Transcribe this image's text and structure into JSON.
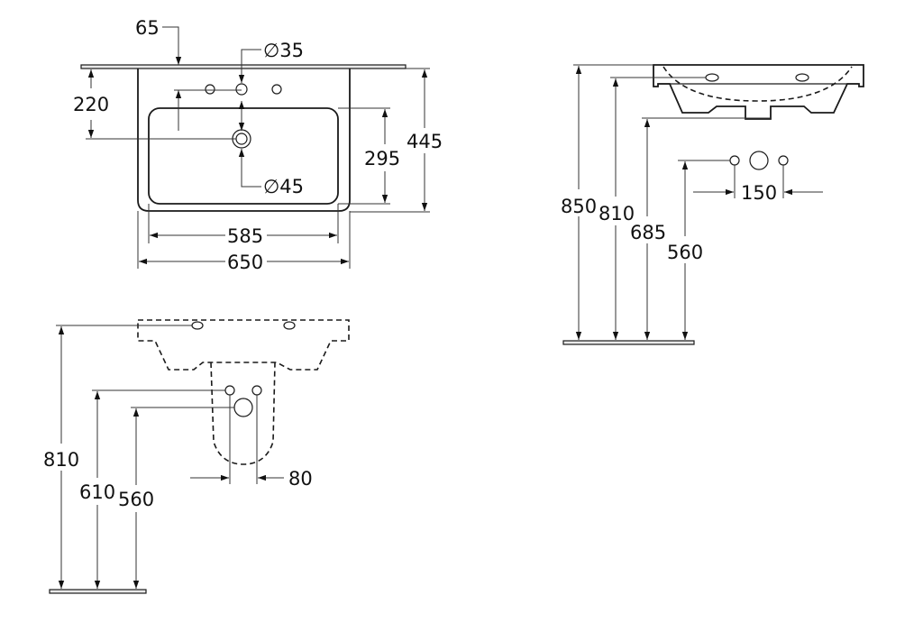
{
  "top_view": {
    "dim_tap_offset": "65",
    "dim_tap_hole": "∅35",
    "dim_waste_hole": "∅45",
    "dim_waste_from_wall": "220",
    "dim_bowl_depth": "295",
    "dim_total_depth": "445",
    "dim_bowl_width": "585",
    "dim_total_width": "650"
  },
  "side_view": {
    "dim_top_height": "850",
    "dim_overflow_height": "810",
    "dim_bottom_height": "685",
    "dim_waste_height": "560",
    "dim_supply_spacing": "150"
  },
  "pedestal_view": {
    "dim_overflow_height": "810",
    "dim_supply_height": "610",
    "dim_waste_height": "560",
    "dim_supply_spacing": "80"
  }
}
